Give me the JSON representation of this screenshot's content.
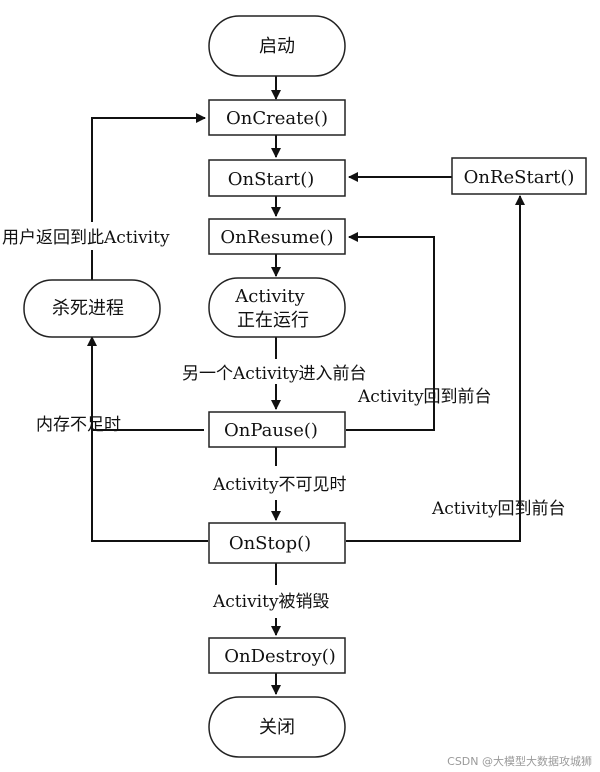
{
  "nodes": {
    "start": "启动",
    "on_create": "OnCreate()",
    "on_start": "OnStart()",
    "on_restart": "OnReStart()",
    "on_resume": "OnResume()",
    "running_line1": "Activity",
    "running_line2": "正在运行",
    "kill_process": "杀死进程",
    "on_pause": "OnPause()",
    "on_stop": "OnStop()",
    "on_destroy": "OnDestroy()",
    "close": "关闭"
  },
  "labels": {
    "user_return": "用户返回到此Activity",
    "another_activity_foreground": "另一个Activity进入前台",
    "back_to_foreground_1": "Activity回到前台",
    "low_memory": "内存不足时",
    "not_visible": "Activity不可见时",
    "back_to_foreground_2": "Activity回到前台",
    "destroyed": "Activity被销毁"
  },
  "watermark": "CSDN @大模型大数据攻城狮"
}
